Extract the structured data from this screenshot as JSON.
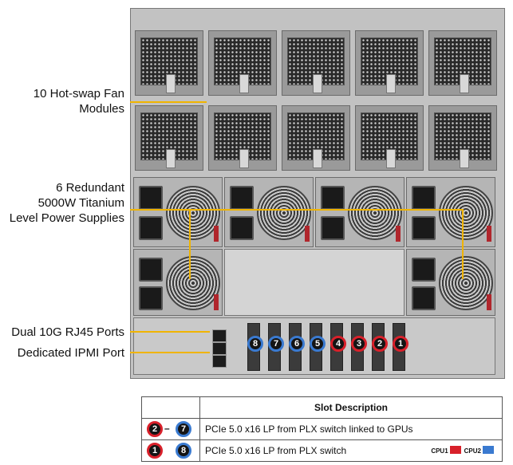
{
  "labels": {
    "fans": [
      "10 Hot-swap Fan",
      "Modules"
    ],
    "psu": [
      "6 Redundant",
      "5000W Titanium",
      "Level Power Supplies"
    ],
    "rj45": "Dual 10G RJ45 Ports",
    "ipmi": "Dedicated IPMI Port"
  },
  "slot_badges": [
    {
      "num": "8",
      "color": "blue"
    },
    {
      "num": "7",
      "color": "blue"
    },
    {
      "num": "6",
      "color": "blue"
    },
    {
      "num": "5",
      "color": "blue"
    },
    {
      "num": "4",
      "color": "red"
    },
    {
      "num": "3",
      "color": "red"
    },
    {
      "num": "2",
      "color": "red"
    },
    {
      "num": "1",
      "color": "red"
    }
  ],
  "table": {
    "header": "Slot Description",
    "rows": [
      {
        "icons": [
          "2",
          "7"
        ],
        "separator": "–",
        "text": "PCIe 5.0 x16 LP from PLX switch linked to GPUs"
      },
      {
        "icons": [
          "1",
          "8"
        ],
        "separator": "",
        "text": "PCIe 5.0 x16 LP from PLX switch"
      }
    ],
    "legend": {
      "cpu1": "CPU1",
      "cpu2": "CPU2"
    }
  },
  "colors": {
    "accent": "#f0b400",
    "cpu1": "#d8202a",
    "cpu2": "#3a7ad0"
  }
}
